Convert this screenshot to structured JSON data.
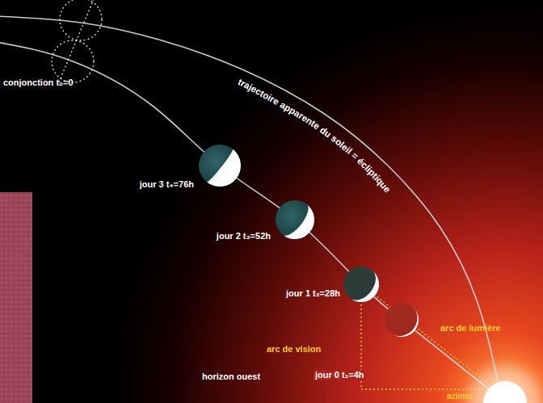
{
  "diagram": {
    "labels": [
      "conjonction t₀=0",
      "trajectoire apparente du soleil = écliptique",
      "jour 3 t₄=76h",
      "jour 2 t₃=52h",
      "jour 1 t₂=28h",
      "arc de vision",
      "arc de lumière",
      "jour 0 t₁=4h",
      "horizon ouest",
      "azimut"
    ]
  }
}
